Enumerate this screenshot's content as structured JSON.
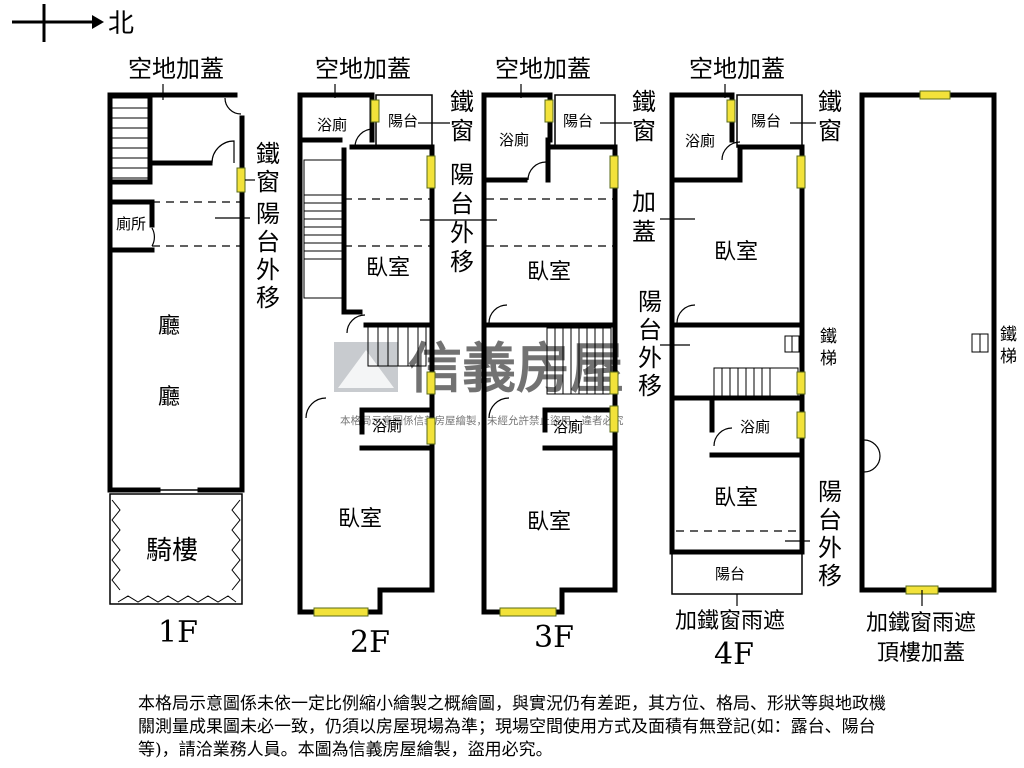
{
  "compass": {
    "north_label": "北"
  },
  "floors": [
    {
      "floor_label": "1F",
      "top_note": "空地加蓋",
      "side_note": [
        "鐵",
        "窗"
      ],
      "side_note2": [
        "陽",
        "台",
        "外",
        "移"
      ],
      "rooms": {
        "toilet": "廁所",
        "living1": "廳",
        "living2": "廳",
        "arcade": "騎樓"
      }
    },
    {
      "floor_label": "2F",
      "top_note": "空地加蓋",
      "side_note": [
        "鐵",
        "窗"
      ],
      "side_note2": [
        "陽",
        "台",
        "外",
        "移"
      ],
      "rooms": {
        "bath_top": "浴廁",
        "balcony": "陽台",
        "bedroom1": "臥室",
        "bath_mid": "浴廁",
        "bedroom2": "臥室"
      }
    },
    {
      "floor_label": "3F",
      "top_note": "空地加蓋",
      "side_note": [
        "鐵",
        "窗"
      ],
      "rooms": {
        "bath_top": "浴廁",
        "balcony": "陽台",
        "bedroom1": "臥室",
        "bath_mid": "浴廁",
        "bedroom2": "臥室"
      }
    },
    {
      "floor_label": "4F",
      "top_note": "空地加蓋",
      "side_note": [
        "鐵",
        "窗"
      ],
      "side_note_mid": [
        "加",
        "蓋"
      ],
      "side_note2": [
        "陽",
        "台",
        "外",
        "移"
      ],
      "side_note3": [
        "陽",
        "台",
        "外",
        "移"
      ],
      "stair_note": [
        "鐵",
        "梯"
      ],
      "bottom_note": "加鐵窗雨遮",
      "rooms": {
        "bath_top": "浴廁",
        "balcony": "陽台",
        "bedroom1": "臥室",
        "bath_mid": "浴廁",
        "bedroom2": "臥室",
        "balcony_bottom": "陽台"
      }
    },
    {
      "stair_note": [
        "鐵",
        "梯"
      ],
      "bottom_note1": "加鐵窗雨遮",
      "bottom_note2": "頂樓加蓋"
    }
  ],
  "watermark": {
    "brand": "信義房屋",
    "line": "本格局示意圖係信義房屋繪製，未經允許禁止盜用，違者必究"
  },
  "disclaimer": "本格局示意圖係未依一定比例縮小繪製之概繪圖，與實況仍有差距，其方位、格局、形狀等與地政機關測量成果圖未必一致，仍須以房屋現場為準；現場空間使用方式及面積有無登記(如：露台、陽台等)，請洽業務人員。本圖為信義房屋繪製，盜用必究。"
}
